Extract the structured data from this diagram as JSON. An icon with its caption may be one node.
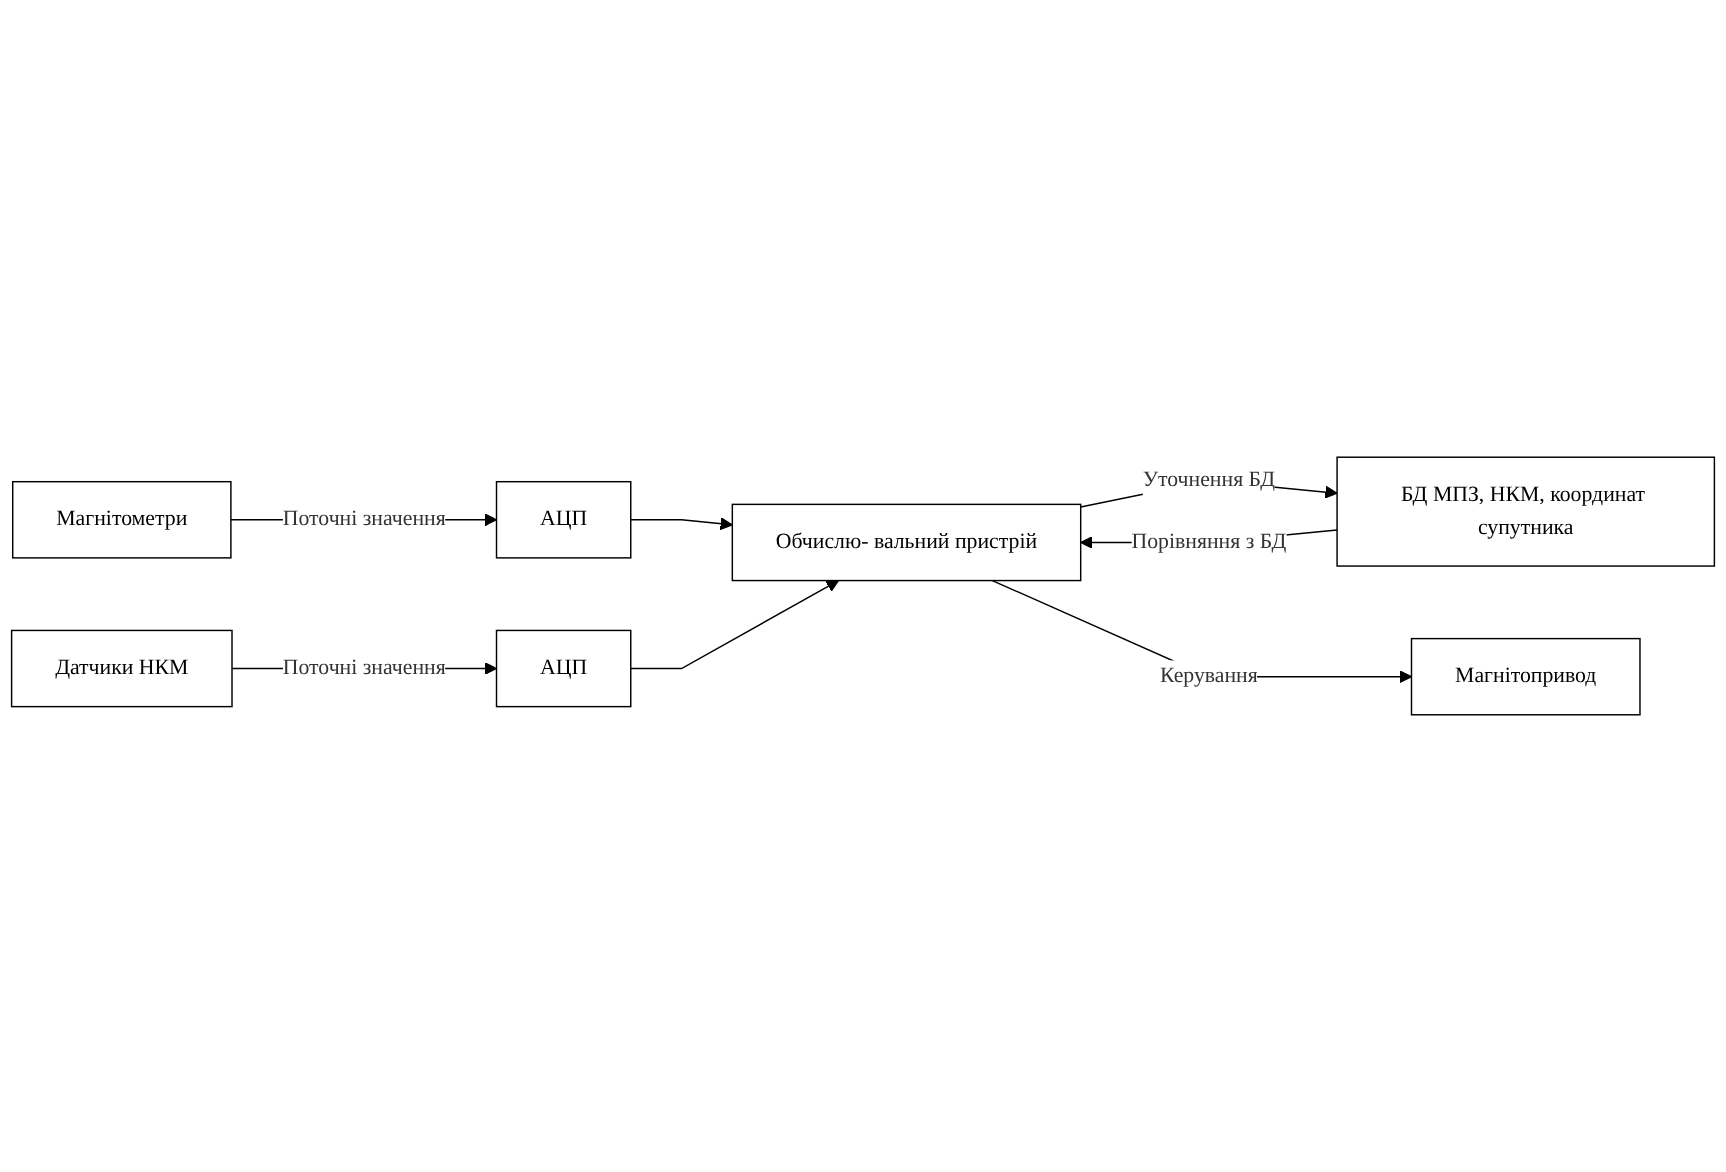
{
  "diagram": {
    "nodes": [
      {
        "text": [
          "Магнітометри"
        ]
      },
      {
        "text": [
          "АЦП"
        ]
      },
      {
        "text": [
          "БД МПЗ, НКМ, координат супутника"
        ]
      },
      {
        "text": [
          "Обчислю- вальний пристрій"
        ]
      },
      {
        "text": [
          "Магнітопривод"
        ]
      },
      {
        "text": [
          "Датчики НКМ"
        ]
      },
      {
        "text": [
          "АЦП"
        ]
      }
    ],
    "edges": [
      {
        "from": 0,
        "to": 1,
        "arrow": "to",
        "label": "Поточні значення"
      },
      {
        "from": 1,
        "to": 3,
        "arrow": "to"
      },
      {
        "from": 2,
        "to": 3,
        "arrow": "to",
        "label": "Порівняння з БД"
      },
      {
        "from": 3,
        "to": 2,
        "arrow": "to",
        "label": "Уточнення БД"
      },
      {
        "from": 3,
        "to": 4,
        "arrow": "to",
        "label": "Керування"
      },
      {
        "from": 5,
        "to": 6,
        "arrow": "to",
        "label": "Поточні значення"
      },
      {
        "from": 6,
        "to": 3,
        "arrow": "to"
      }
    ]
  }
}
